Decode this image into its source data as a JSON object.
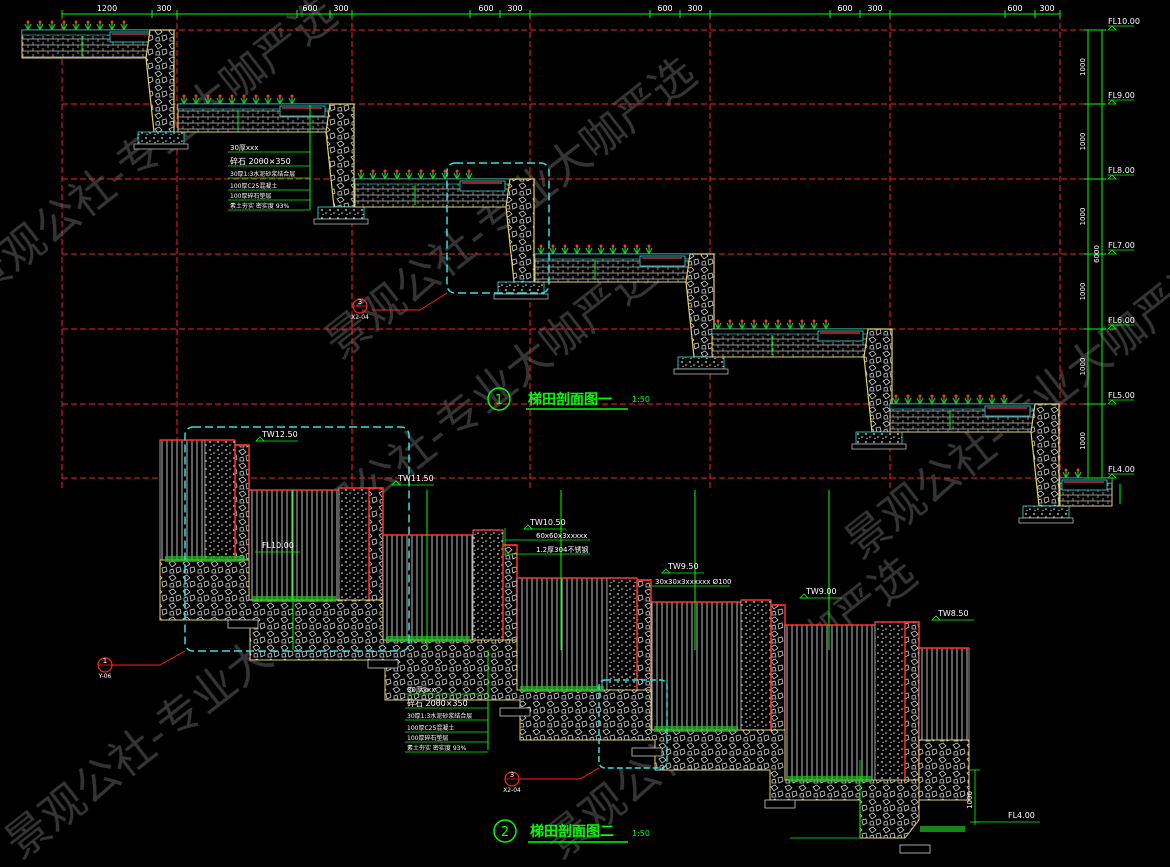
{
  "colors": {
    "background": "#000000",
    "dim": "#00ff00",
    "grid": "#ff2020",
    "wall": "#e0d070",
    "detail": "#30e0e0",
    "plant": "#20c020",
    "bloom": "#ff3030",
    "text": "#ffffff",
    "watermark": "#bbbbbb"
  },
  "dims_top": [
    "1200",
    "300",
    "600",
    "300",
    "600",
    "300",
    "600",
    "300",
    "600",
    "300",
    "600",
    "300"
  ],
  "levels_right": [
    "FL10.00",
    "FL9.00",
    "FL8.00",
    "FL7.00",
    "FL6.00",
    "FL5.00",
    "FL4.00"
  ],
  "dims_right": [
    "1000",
    "1000",
    "1000",
    "1000",
    "1000",
    "1000"
  ],
  "dim_total": "6000",
  "section1": {
    "num": "①",
    "title": "梯田剖面图一",
    "scale": "1:50",
    "layers": [
      "30厚xxx",
      "碎石 20θ0×350",
      "30厚1:3水泥砂浆结合层",
      "100厚C25混凝土",
      "100厚碎石垫层",
      "素土夯实 密实度 93%"
    ],
    "callout_num": "3",
    "callout_ref": "X2-04"
  },
  "section2": {
    "num": "②",
    "title": "梯田剖面图二",
    "scale": "1:50",
    "tw": [
      "TW12.50",
      "TW11.50",
      "TW10.50",
      "TW9.50",
      "TW9.00",
      "TW8.50"
    ],
    "fl": [
      "FL10.00",
      "FL4.00"
    ],
    "notes": [
      "60x60x3xxxxx",
      "1.2厚304不锈钢",
      "30x30x3xxxxxx Ø100"
    ],
    "layers": [
      "30厚xxx",
      "碎石 20θ0×350",
      "30厚1:3水泥砂浆结合层",
      "100厚C25混凝土",
      "100厚碎石垫层",
      "素土夯实 密实度 93%"
    ],
    "dim": "1000",
    "callout1_num": "1",
    "callout1_ref": "Y-06",
    "callout2_num": "3",
    "callout2_ref": "X2-04"
  },
  "watermark": "景观公社-专业大咖严选"
}
